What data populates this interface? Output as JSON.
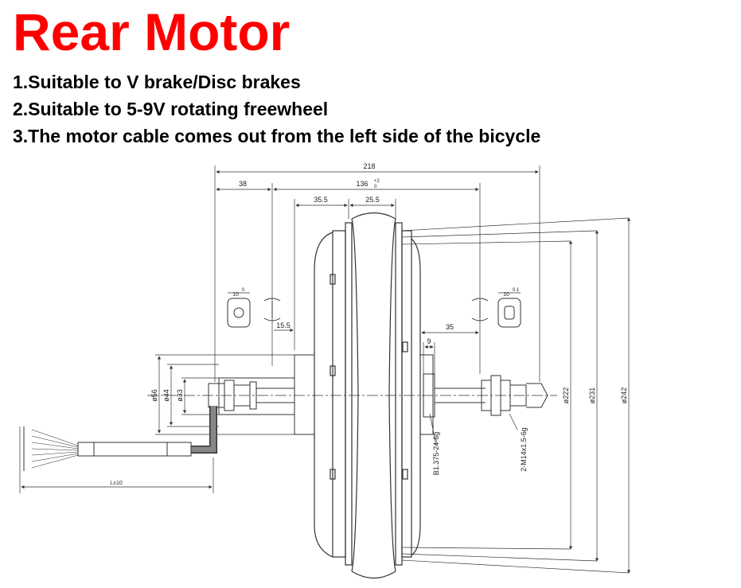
{
  "title": "Rear Motor",
  "features": [
    "1.Suitable to V brake/Disc brakes",
    "2.Suitable to 5-9V rotating freewheel",
    "3.The motor cable comes out from the left side of the bicycle"
  ],
  "dimensions": {
    "d218": "218",
    "d38": "38",
    "d136": "136",
    "d136_tol": "+2",
    "d136_tol2": "0",
    "d35_5": "35.5",
    "d25_5": "25.5",
    "d15_5": "15.5",
    "d35": "35",
    "d9": "9",
    "d10_left": "10",
    "d10_left_tol": "0",
    "d10_right": "10",
    "d10_right_tol": "0.1",
    "phi56": "ø56",
    "phi44": "ø44",
    "phi33": "ø33",
    "phi222": "ø222",
    "phi231": "ø231",
    "phi242": "ø242",
    "thread_b": "B1.375-24-6g",
    "thread_m": "2-M14x1.5-6g",
    "cable_len": "L±10"
  },
  "colors": {
    "title": "#ff0000",
    "text": "#000000",
    "line": "#333333"
  }
}
